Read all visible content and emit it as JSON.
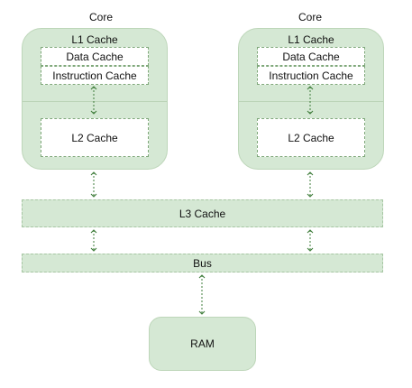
{
  "cores": [
    {
      "title": "Core",
      "l1_title": "L1 Cache",
      "data_cache": "Data Cache",
      "instruction_cache": "Instruction Cache",
      "l2_cache": "L2 Cache"
    },
    {
      "title": "Core",
      "l1_title": "L1 Cache",
      "data_cache": "Data Cache",
      "instruction_cache": "Instruction Cache",
      "l2_cache": "L2 Cache"
    }
  ],
  "l3_cache": "L3 Cache",
  "bus": "Bus",
  "ram": "RAM",
  "colors": {
    "fill": "#d5e8d4",
    "stroke": "#82b366",
    "connector": "#3f7d3b"
  }
}
